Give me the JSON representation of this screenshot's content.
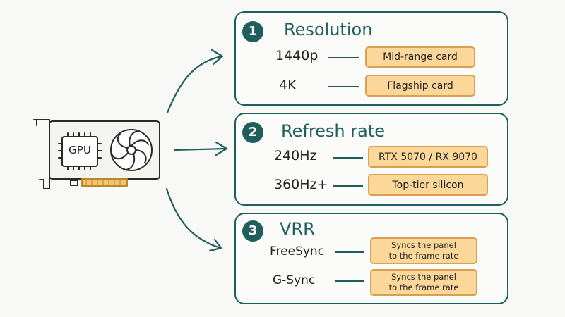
{
  "gpu": {
    "label": "GPU"
  },
  "colors": {
    "accent": "#1f5f5b",
    "chip_fill": "#fbd89a",
    "chip_border": "#d9a14f"
  },
  "panels": [
    {
      "number": "1",
      "title": "Resolution",
      "rows": [
        {
          "option": "1440p",
          "note": "Mid-range card"
        },
        {
          "option": "4K",
          "note": "Flagship card"
        }
      ]
    },
    {
      "number": "2",
      "title": "Refresh rate",
      "rows": [
        {
          "option": "240Hz",
          "note": "RTX 5070 / RX 9070"
        },
        {
          "option": "360Hz+",
          "note": "Top-tier silicon"
        }
      ]
    },
    {
      "number": "3",
      "title": "VRR",
      "rows": [
        {
          "option": "FreeSync",
          "note_line1": "Syncs the panel",
          "note_line2": "to the frame rate"
        },
        {
          "option": "G-Sync",
          "note_line1": "Syncs the panel",
          "note_line2": "to the frame rate"
        }
      ]
    }
  ]
}
